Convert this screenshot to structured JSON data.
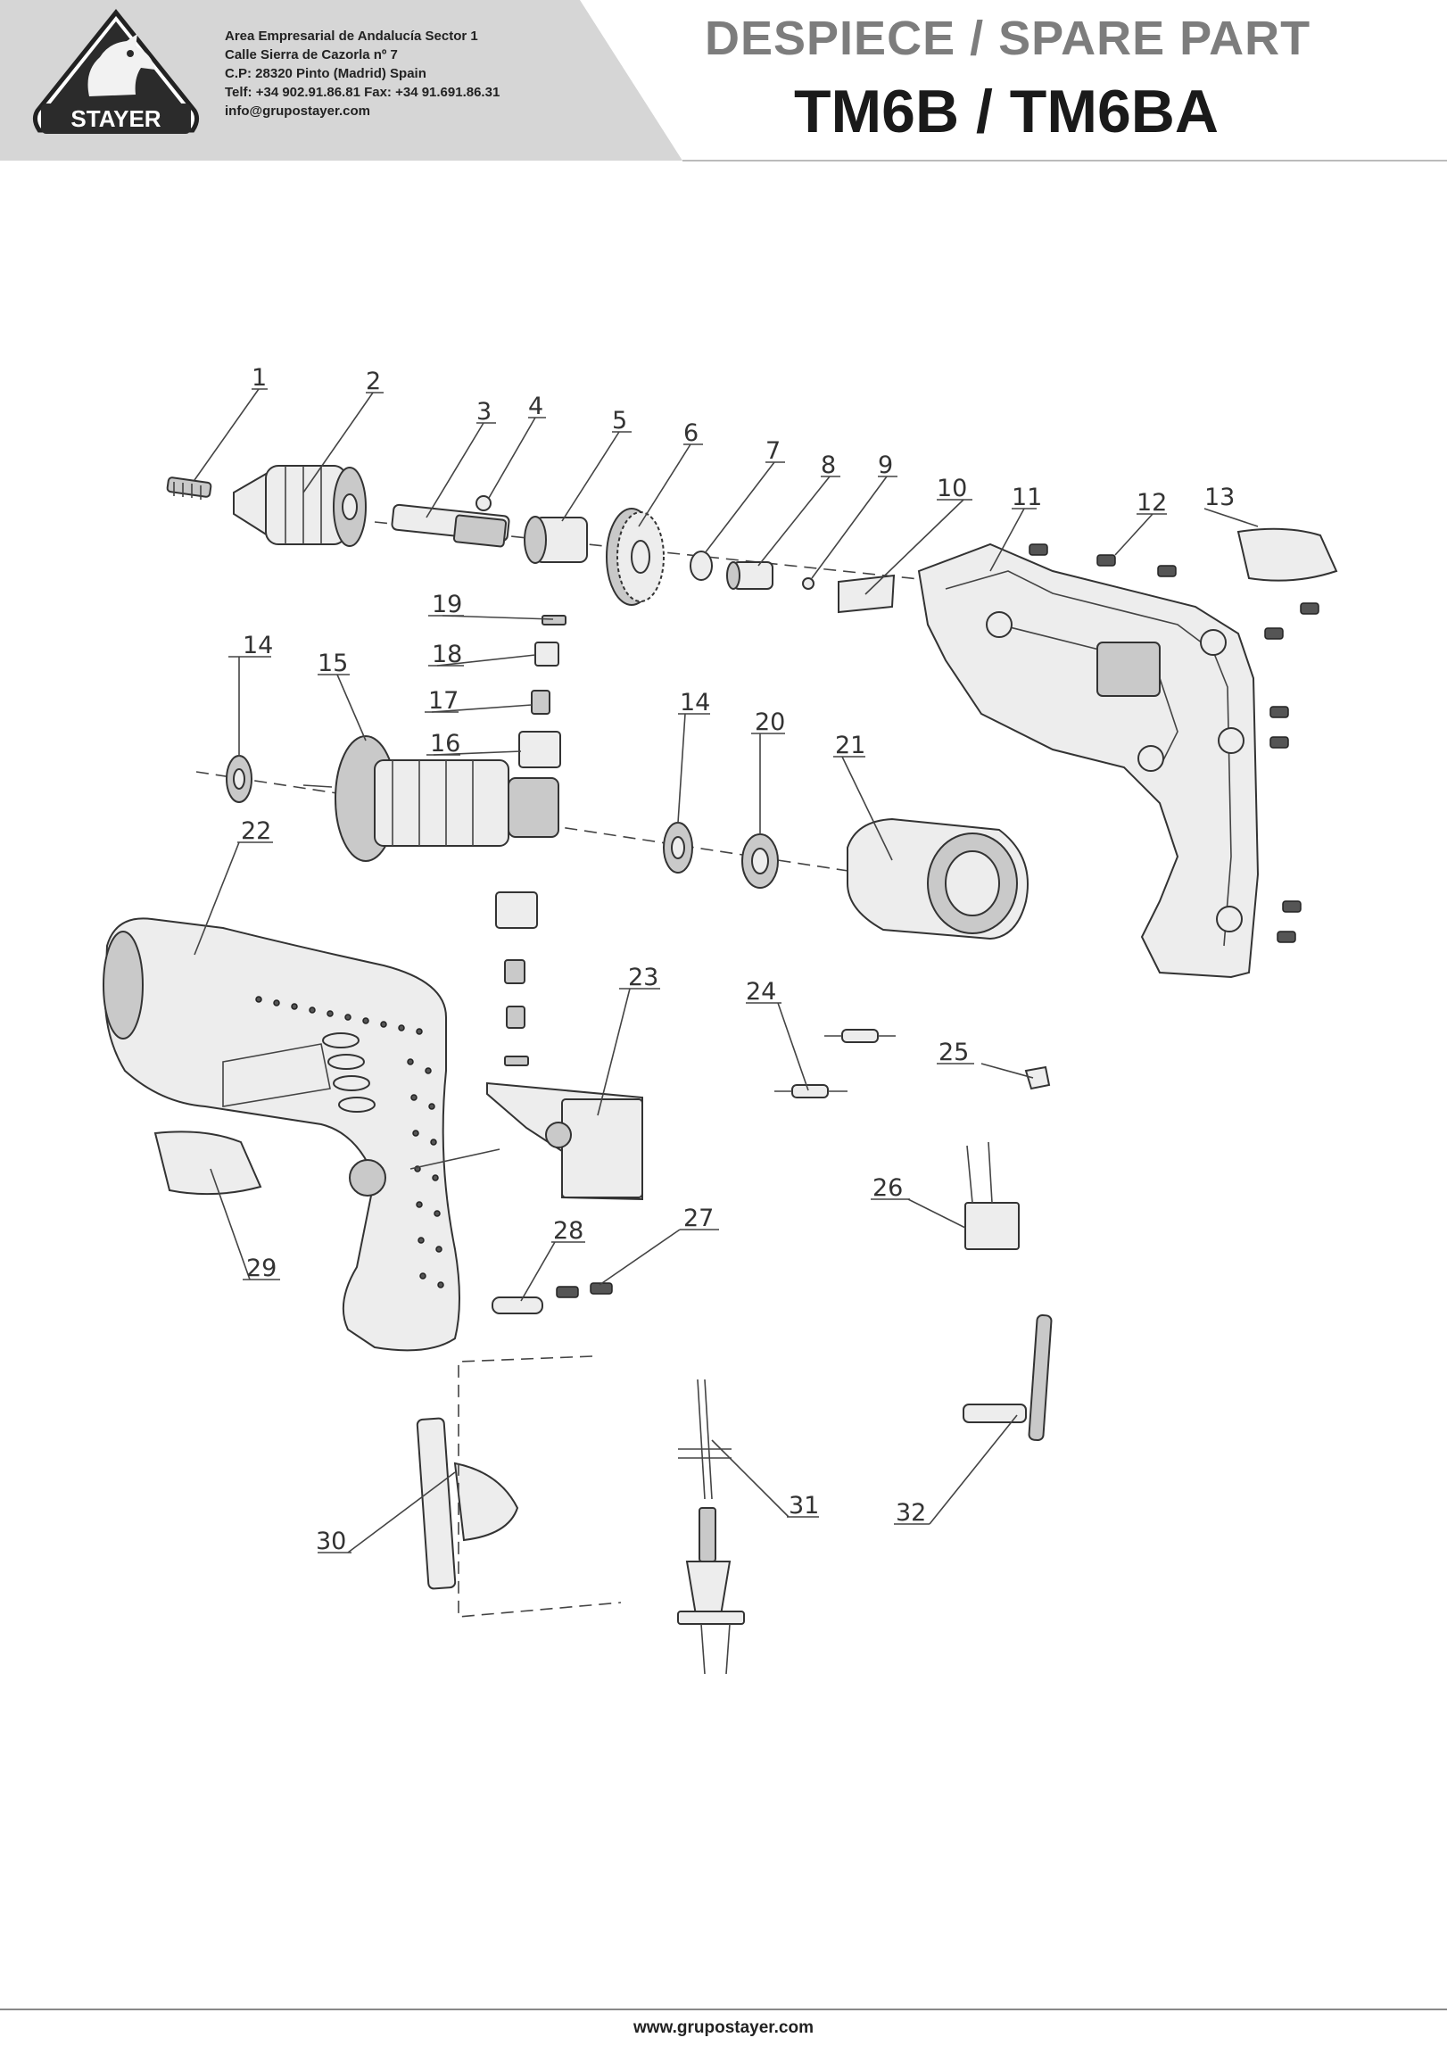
{
  "header": {
    "brand": "STAYER",
    "company_lines": [
      "Area Empresarial de Andalucía Sector 1",
      "Calle Sierra de Cazorla nº 7",
      "C.P: 28320 Pinto (Madrid) Spain",
      "Telf: +34 902.91.86.81 Fax: +34 91.691.86.31",
      "info@grupostayer.com"
    ],
    "subtitle": "DESPIECE / SPARE PART",
    "model": "TM6B / TM6BA"
  },
  "diagram": {
    "part_numbers": [
      "1",
      "2",
      "3",
      "4",
      "5",
      "6",
      "7",
      "8",
      "9",
      "10",
      "11",
      "12",
      "13",
      "14",
      "15",
      "16",
      "17",
      "18",
      "19",
      "14",
      "20",
      "21",
      "22",
      "23",
      "24",
      "25",
      "26",
      "27",
      "28",
      "29",
      "30",
      "31",
      "32"
    ]
  },
  "footer": {
    "url": "www.grupostayer.com"
  },
  "colors": {
    "header_band": "#d6d6d6",
    "subtitle": "#7d7d7d",
    "model": "#1a1a1a",
    "line_art": "#333333"
  }
}
